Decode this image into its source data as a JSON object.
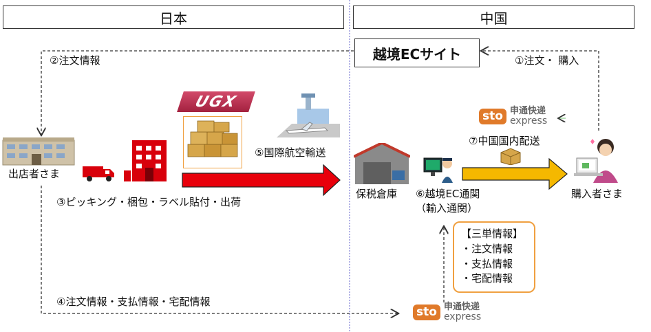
{
  "regions": {
    "japan": "日本",
    "china": "中国"
  },
  "site": {
    "name": "越境ECサイト"
  },
  "steps": {
    "s1": "①注文・ 購入",
    "s2": "②注文情報",
    "s3": "③ピッキング・梱包・ラベル貼付・出荷",
    "s4": "④注文情報・支払情報・宅配情報",
    "s5": "⑤国際航空輸送",
    "s6_line1": "⑥越境EC通関",
    "s6_line2": "（輸入通関）",
    "s7": "⑦中国国内配送"
  },
  "actors": {
    "seller": "出店者さま",
    "warehouse": "保税倉庫",
    "buyer": "購入者さま"
  },
  "info_box": {
    "title": "【三単情報】",
    "items": [
      "・注文情報",
      "・支払情報",
      "・宅配情報"
    ]
  },
  "logos": {
    "ugx": "UGX",
    "sto_badge": "sto",
    "sto_cn": "申通快递",
    "sto_en": "express"
  },
  "colors": {
    "red_arrow": "#e8000b",
    "yellow_arrow": "#f5b800",
    "info_border": "#f0a040",
    "sto_orange": "#e07a2a",
    "divider": "#6666cc"
  }
}
